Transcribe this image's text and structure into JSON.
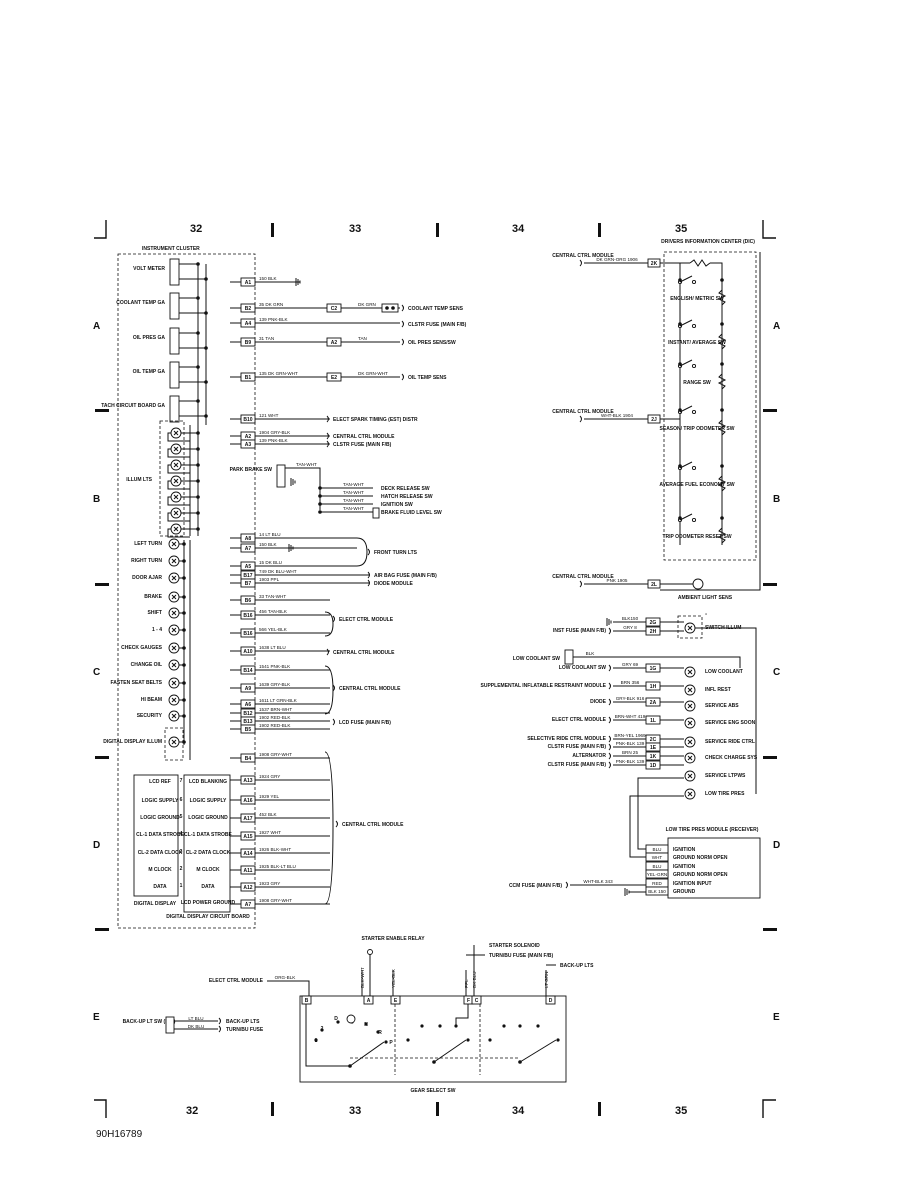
{
  "grid": {
    "columns": [
      "32",
      "33",
      "34",
      "35"
    ],
    "rows": [
      "A",
      "B",
      "C",
      "D",
      "E"
    ]
  },
  "reference": "90H16789",
  "instrument_cluster": {
    "title": "INSTRUMENT CLUSTER",
    "gauges": [
      "VOLT METER",
      "COOLANT TEMP GA",
      "OIL PRES GA",
      "OIL TEMP GA",
      "TACH CIRCUIT BOARD GA"
    ],
    "illum": "ILLUM LTS",
    "lamps": [
      "LEFT TURN",
      "RIGHT TURN",
      "DOOR AJAR",
      "BRAKE",
      "SHIFT",
      "1 - 4",
      "CHECK GAUGES",
      "CHANGE OIL",
      "FASTEN SEAT BELTS",
      "HI BEAM",
      "SECURITY",
      "DIGITAL DISPLAY ILLUM"
    ],
    "pins": [
      "A1",
      "B2",
      "A4",
      "B9",
      "B1",
      "B10",
      "A2",
      "A3",
      "A8",
      "A7",
      "A5",
      "B17",
      "B7",
      "B6",
      "B16",
      "B16",
      "A10",
      "B14",
      "A9",
      "A6",
      "B12",
      "B13",
      "B5",
      "B4",
      "A13",
      "A16",
      "A17",
      "A15",
      "A14",
      "A11",
      "A12",
      "A7"
    ],
    "wires": [
      "150 BLK",
      "35 DK GRN",
      "139 PNK-BLK",
      "31 TAN",
      "135 DK GRN-WHT",
      "121 WHT",
      "1904 GRY-BLK",
      "139 PNK-BLK",
      "14 LT BLU",
      "150 BLK",
      "15 DK BLU",
      "749 DK BLU-WHT",
      "1903 PPL",
      "33 TAN-WHT",
      "456 TAN-BLK",
      "566 YEL-BLK",
      "1638 LT BLU",
      "1541 PNK-BLK",
      "1639 GRY-BLK",
      "1611 LT GRN-BLK",
      "1537 BRN-WHT",
      "1902 RED-BLK",
      "1902 RED-BLK",
      "1908 GRY-WHT",
      "1924 GRY",
      "1929 YEL",
      "452 BLK",
      "1927 WHT",
      "1926 BLK-WHT",
      "1925 BLK-LT BLU",
      "1923 GRY",
      "1908 GRY-WHT"
    ],
    "connectors": [
      "C2",
      "A2",
      "E2"
    ],
    "connector_wires": [
      "DK GRN",
      "TAN",
      "DK GRN-WHT"
    ],
    "destinations": [
      "COOLANT TEMP SENS",
      "CLSTR FUSE (MAIN F/B)",
      "OIL PRES SENS/SW",
      "OIL TEMP SENS",
      "ELECT SPARK TIMING (EST) DISTR",
      "CENTRAL CTRL MODULE",
      "CLSTR FUSE (MAIN F/B)",
      "FRONT TURN LTS",
      "AIR BAG FUSE (MAIN F/B)",
      "DIODE MODULE",
      "ELECT CTRL MODULE",
      "CENTRAL CTRL MODULE",
      "CENTRAL CTRL MODULE",
      "LCD FUSE (MAIN F/B)",
      "CENTRAL CTRL MODULE"
    ],
    "park_brake": {
      "label": "PARK BRAKE SW",
      "wires": [
        "TAN-WHT",
        "TAN-WHT",
        "TAN-WHT",
        "TAN-WHT",
        "TAN-WHT"
      ],
      "destinations": [
        "DECK RELEASE SW",
        "HATCH RELEASE SW",
        "IGNITION SW",
        "BRAKE FLUID LEVEL SW"
      ]
    },
    "digital_display": {
      "left_pins": [
        "7",
        "6",
        "5",
        "4",
        "3",
        "2",
        "1"
      ],
      "left_labels": [
        "LCD REF",
        "LOGIC SUPPLY",
        "LOGIC GROUND",
        "CL-1 DATA STROBE",
        "CL-2 DATA CLOCK",
        "M CLOCK",
        "DATA"
      ],
      "right_labels": [
        "LCD BLANKING",
        "LOGIC SUPPLY",
        "LOGIC GROUND",
        "CL-1 DATA STROBE",
        "CL-2 DATA CLOCK",
        "M CLOCK",
        "DATA",
        "LCD POWER GROUND"
      ],
      "footer_left": "DIGITAL DISPLAY",
      "footer_right": "DIGITAL DISPLAY CIRCUIT BOARD"
    }
  },
  "dic": {
    "title": "DRIVERS INFORMATION CENTER (DIC)",
    "switches": [
      "ENGLISH/ METRIC SW",
      "INSTANT/ AVERAGE SW",
      "RANGE SW",
      "SEASON/ TRIP ODOMETER SW",
      "AVERAGE FUEL ECONOMY SW",
      "TRIP ODOMETER RESET SW"
    ],
    "inputs": [
      {
        "source": "CENTRAL CTRL MODULE",
        "wire": "DK GRN-ORG 1906",
        "pin": "2K"
      },
      {
        "source": "CENTRAL CTRL MODULE",
        "wire": "WHT-BLK 1904",
        "pin": "2J"
      },
      {
        "source": "CENTRAL CTRL MODULE",
        "wire": "PNK 1905",
        "pin": "2L"
      }
    ],
    "ambient": "AMBIENT LIGHT SENS",
    "rows": [
      {
        "source": "",
        "wire": "BLK150",
        "pin": "2G"
      },
      {
        "source": "INST FUSE (MAIN F/B)",
        "wire": "GRY 8",
        "pin": "2H"
      },
      {
        "source": "LOW COOLANT SW",
        "wire": "GRY 69",
        "pin": "1G"
      },
      {
        "source": "SUPPLEMENTAL INFLATABLE RESTRAINT MODULE",
        "wire": "BRN 356",
        "pin": "1H"
      },
      {
        "source": "DIODE",
        "wire": "GRY-BLK 916",
        "pin": "2A"
      },
      {
        "source": "ELECT CTRL MODULE",
        "wire": "BRN-WHT 419",
        "pin": "1L"
      },
      {
        "source": "SELECTIVE RIDE CTRL MODULE",
        "wire": "BRN-YEL 1969",
        "pin": "2C"
      },
      {
        "source": "CLSTR FUSE (MAIN F/B)",
        "wire": "PNK-BLK 139",
        "pin": "1E"
      },
      {
        "source": "ALTERNATOR",
        "wire": "BRN 25",
        "pin": "1K"
      },
      {
        "source": "CLSTR FUSE (MAIN F/B)",
        "wire": "PNK-BLK 139",
        "pin": "1D"
      }
    ],
    "low_coolant_wire": "BLK",
    "lamps": [
      "SWITCH ILLUM",
      "LOW COOLANT",
      "INFL REST",
      "SERVICE ABS",
      "SERVICE ENG SOON",
      "SERVICE RIDE CTRL",
      "CHECK CHARGE SYS",
      "SERVICE LTPWS",
      "LOW TIRE PRES"
    ],
    "tire_module": {
      "title": "LOW TIRE PRES MODULE (RECEIVER)",
      "wires": [
        "BLU",
        "WHT",
        "BLU",
        "YEL-GRN",
        "RED",
        "BLK 150"
      ],
      "labels": [
        "IGNITION",
        "GROUND NORM OPEN",
        "IGNITION",
        "GROUND NORM OPEN",
        "IGNITION INPUT",
        "GROUND"
      ],
      "fuse": "CCM FUSE (MAIN F/B)",
      "fuse_wire": "WHT-BLK 343"
    }
  },
  "gear": {
    "title": "GEAR SELECT SW",
    "relay": "STARTER ENABLE RELAY",
    "ecm": "ELECT CTRL MODULE",
    "ecm_wire": "ORG-BLK",
    "top_wires": [
      "BLK-WHT",
      "YEL-BLK",
      "PPL",
      "DK BLU",
      "LT GRN"
    ],
    "terminals": [
      "B",
      "A",
      "E",
      "F",
      "C",
      "D"
    ],
    "dest": [
      "STARTER SOLENOID",
      "TURN/BU FUSE (MAIN F/B)",
      "BACK-UP LTS"
    ],
    "backup_sw": "BACK-UP LT SW (M/T)",
    "backup_wires": [
      "LT BLU",
      "DK BLU"
    ],
    "backup_dest": [
      "BACK-UP LTS",
      "TURN/BU FUSE"
    ],
    "positions": [
      "D",
      "2",
      "1",
      "R",
      "N",
      "P",
      "D"
    ]
  }
}
